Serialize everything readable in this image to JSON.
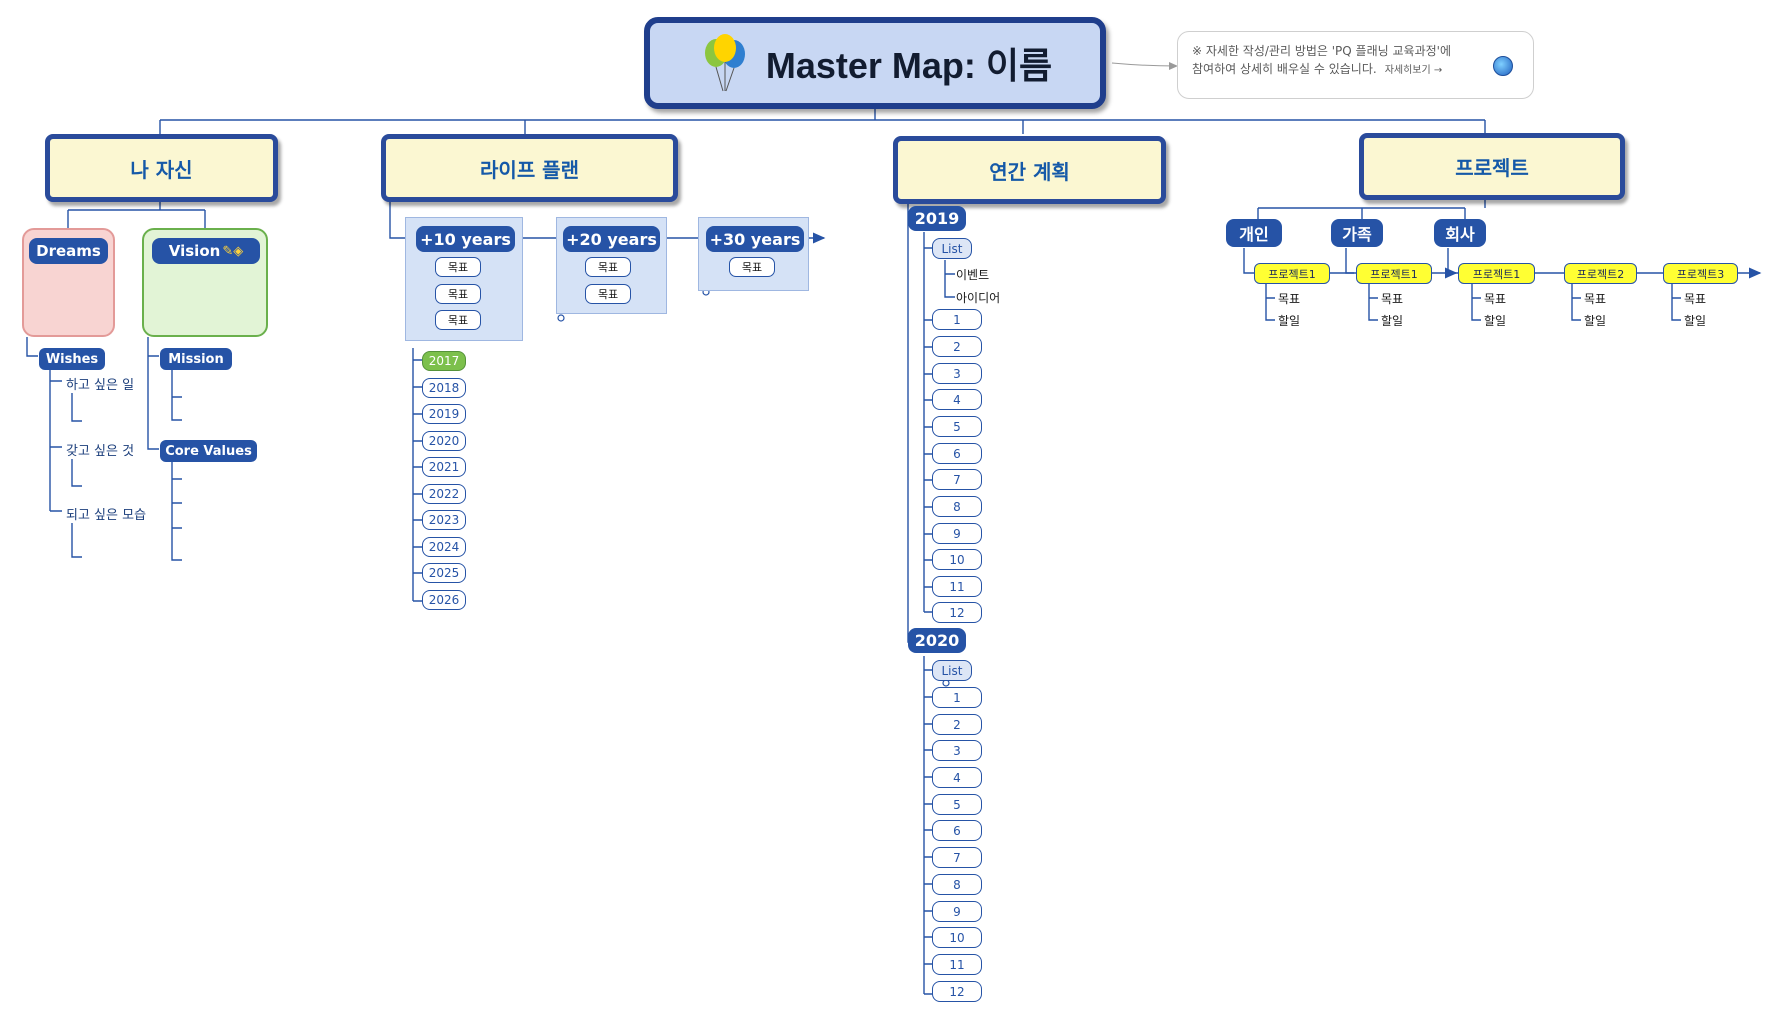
{
  "central": {
    "title": "Master Map: 이름",
    "icon": "balloons-icon"
  },
  "note": {
    "line1": "※ 자세한 작성/관리 방법은 'PQ 플래닝 교육과정'에",
    "line2": "참여하여 상세히 배우실 수 있습니다.",
    "more": "자세히보기 →"
  },
  "branches": {
    "self": {
      "title": "나 자신",
      "dreams": "Dreams",
      "vision": "Vision",
      "wishes": "Wishes",
      "wish_items": [
        "하고 싶은 일",
        "갖고 싶은 것",
        "되고 싶은 모습"
      ],
      "mission": "Mission",
      "core_values": "Core Values"
    },
    "life_plan": {
      "title": "라이프 플랜",
      "periods": [
        "+10 years",
        "+20 years",
        "+30 years"
      ],
      "goal": "목표",
      "years": [
        "2017",
        "2018",
        "2019",
        "2020",
        "2021",
        "2022",
        "2023",
        "2024",
        "2025",
        "2026"
      ]
    },
    "annual": {
      "title": "연간 계획",
      "years": [
        "2019",
        "2020"
      ],
      "list": "List",
      "list_items": [
        "이벤트",
        "아이디어"
      ],
      "months": [
        "1",
        "2",
        "3",
        "4",
        "5",
        "6",
        "7",
        "8",
        "9",
        "10",
        "11",
        "12"
      ]
    },
    "projects": {
      "title": "프로젝트",
      "groups": [
        "개인",
        "가족",
        "회사"
      ],
      "items": [
        "프로젝트1",
        "프로젝트1",
        "프로젝트1",
        "프로젝트2",
        "프로젝트3"
      ],
      "sub": [
        "목표",
        "할일"
      ]
    }
  },
  "colors": {
    "accent": "#2653a6",
    "main_fill": "#fbf7d2",
    "central_fill": "#c8d7f3",
    "highlight": "#7cc04c",
    "project_fill": "#ffff33"
  }
}
